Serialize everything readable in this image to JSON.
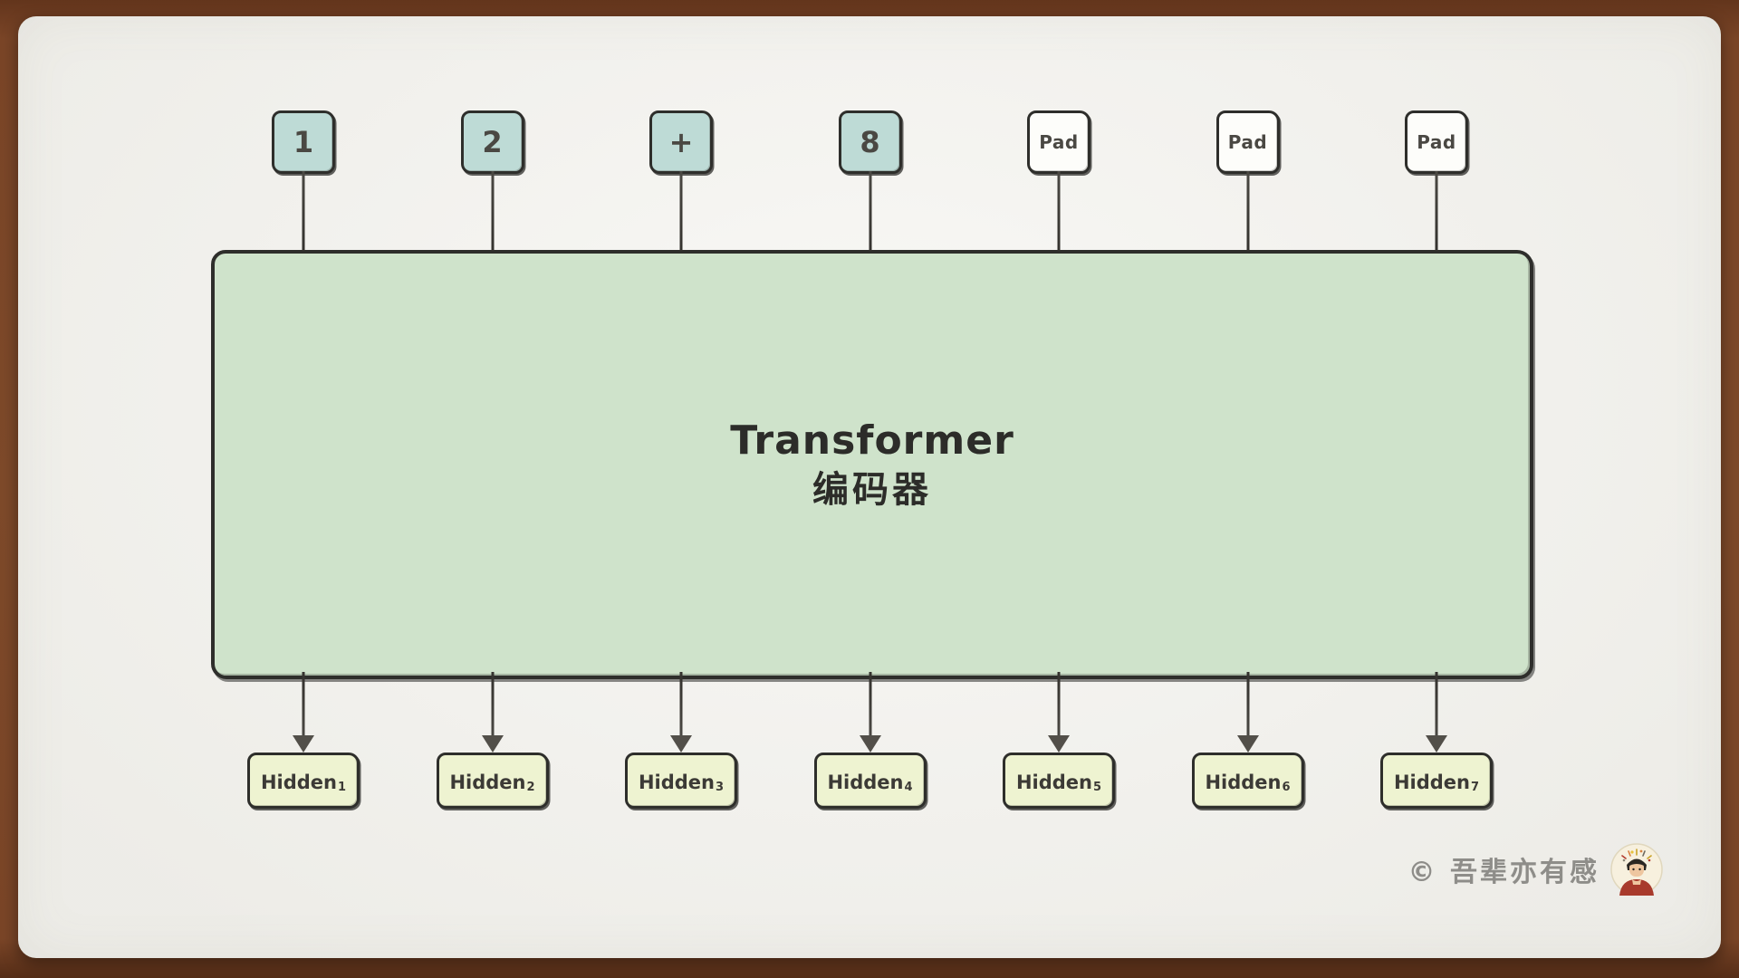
{
  "page": {
    "background_color": "#7a4527",
    "paper_color": "#f2f1ec"
  },
  "inputs": [
    {
      "label": "1",
      "kind": "token"
    },
    {
      "label": "2",
      "kind": "token"
    },
    {
      "label": "+",
      "kind": "token"
    },
    {
      "label": "8",
      "kind": "token"
    },
    {
      "label": "Pad",
      "kind": "pad"
    },
    {
      "label": "Pad",
      "kind": "pad"
    },
    {
      "label": "Pad",
      "kind": "pad"
    }
  ],
  "encoder": {
    "line1": "Transformer",
    "line2": "编码器"
  },
  "outputs": [
    {
      "base": "Hidden",
      "subscript": "1"
    },
    {
      "base": "Hidden",
      "subscript": "2"
    },
    {
      "base": "Hidden",
      "subscript": "3"
    },
    {
      "base": "Hidden",
      "subscript": "4"
    },
    {
      "base": "Hidden",
      "subscript": "5"
    },
    {
      "base": "Hidden",
      "subscript": "6"
    },
    {
      "base": "Hidden",
      "subscript": "7"
    }
  ],
  "colors": {
    "token_fill": "#bedbd6",
    "pad_fill": "#fdfdfa",
    "encoder_fill": "#cfe3cb",
    "hidden_fill": "#eef3d1",
    "stroke": "#2e2e2b",
    "arrow": "#524f49",
    "watermark_text_color": "#8e8d89"
  },
  "watermark": {
    "text": "© 吾辈亦有感",
    "avatar": "author-avatar"
  }
}
